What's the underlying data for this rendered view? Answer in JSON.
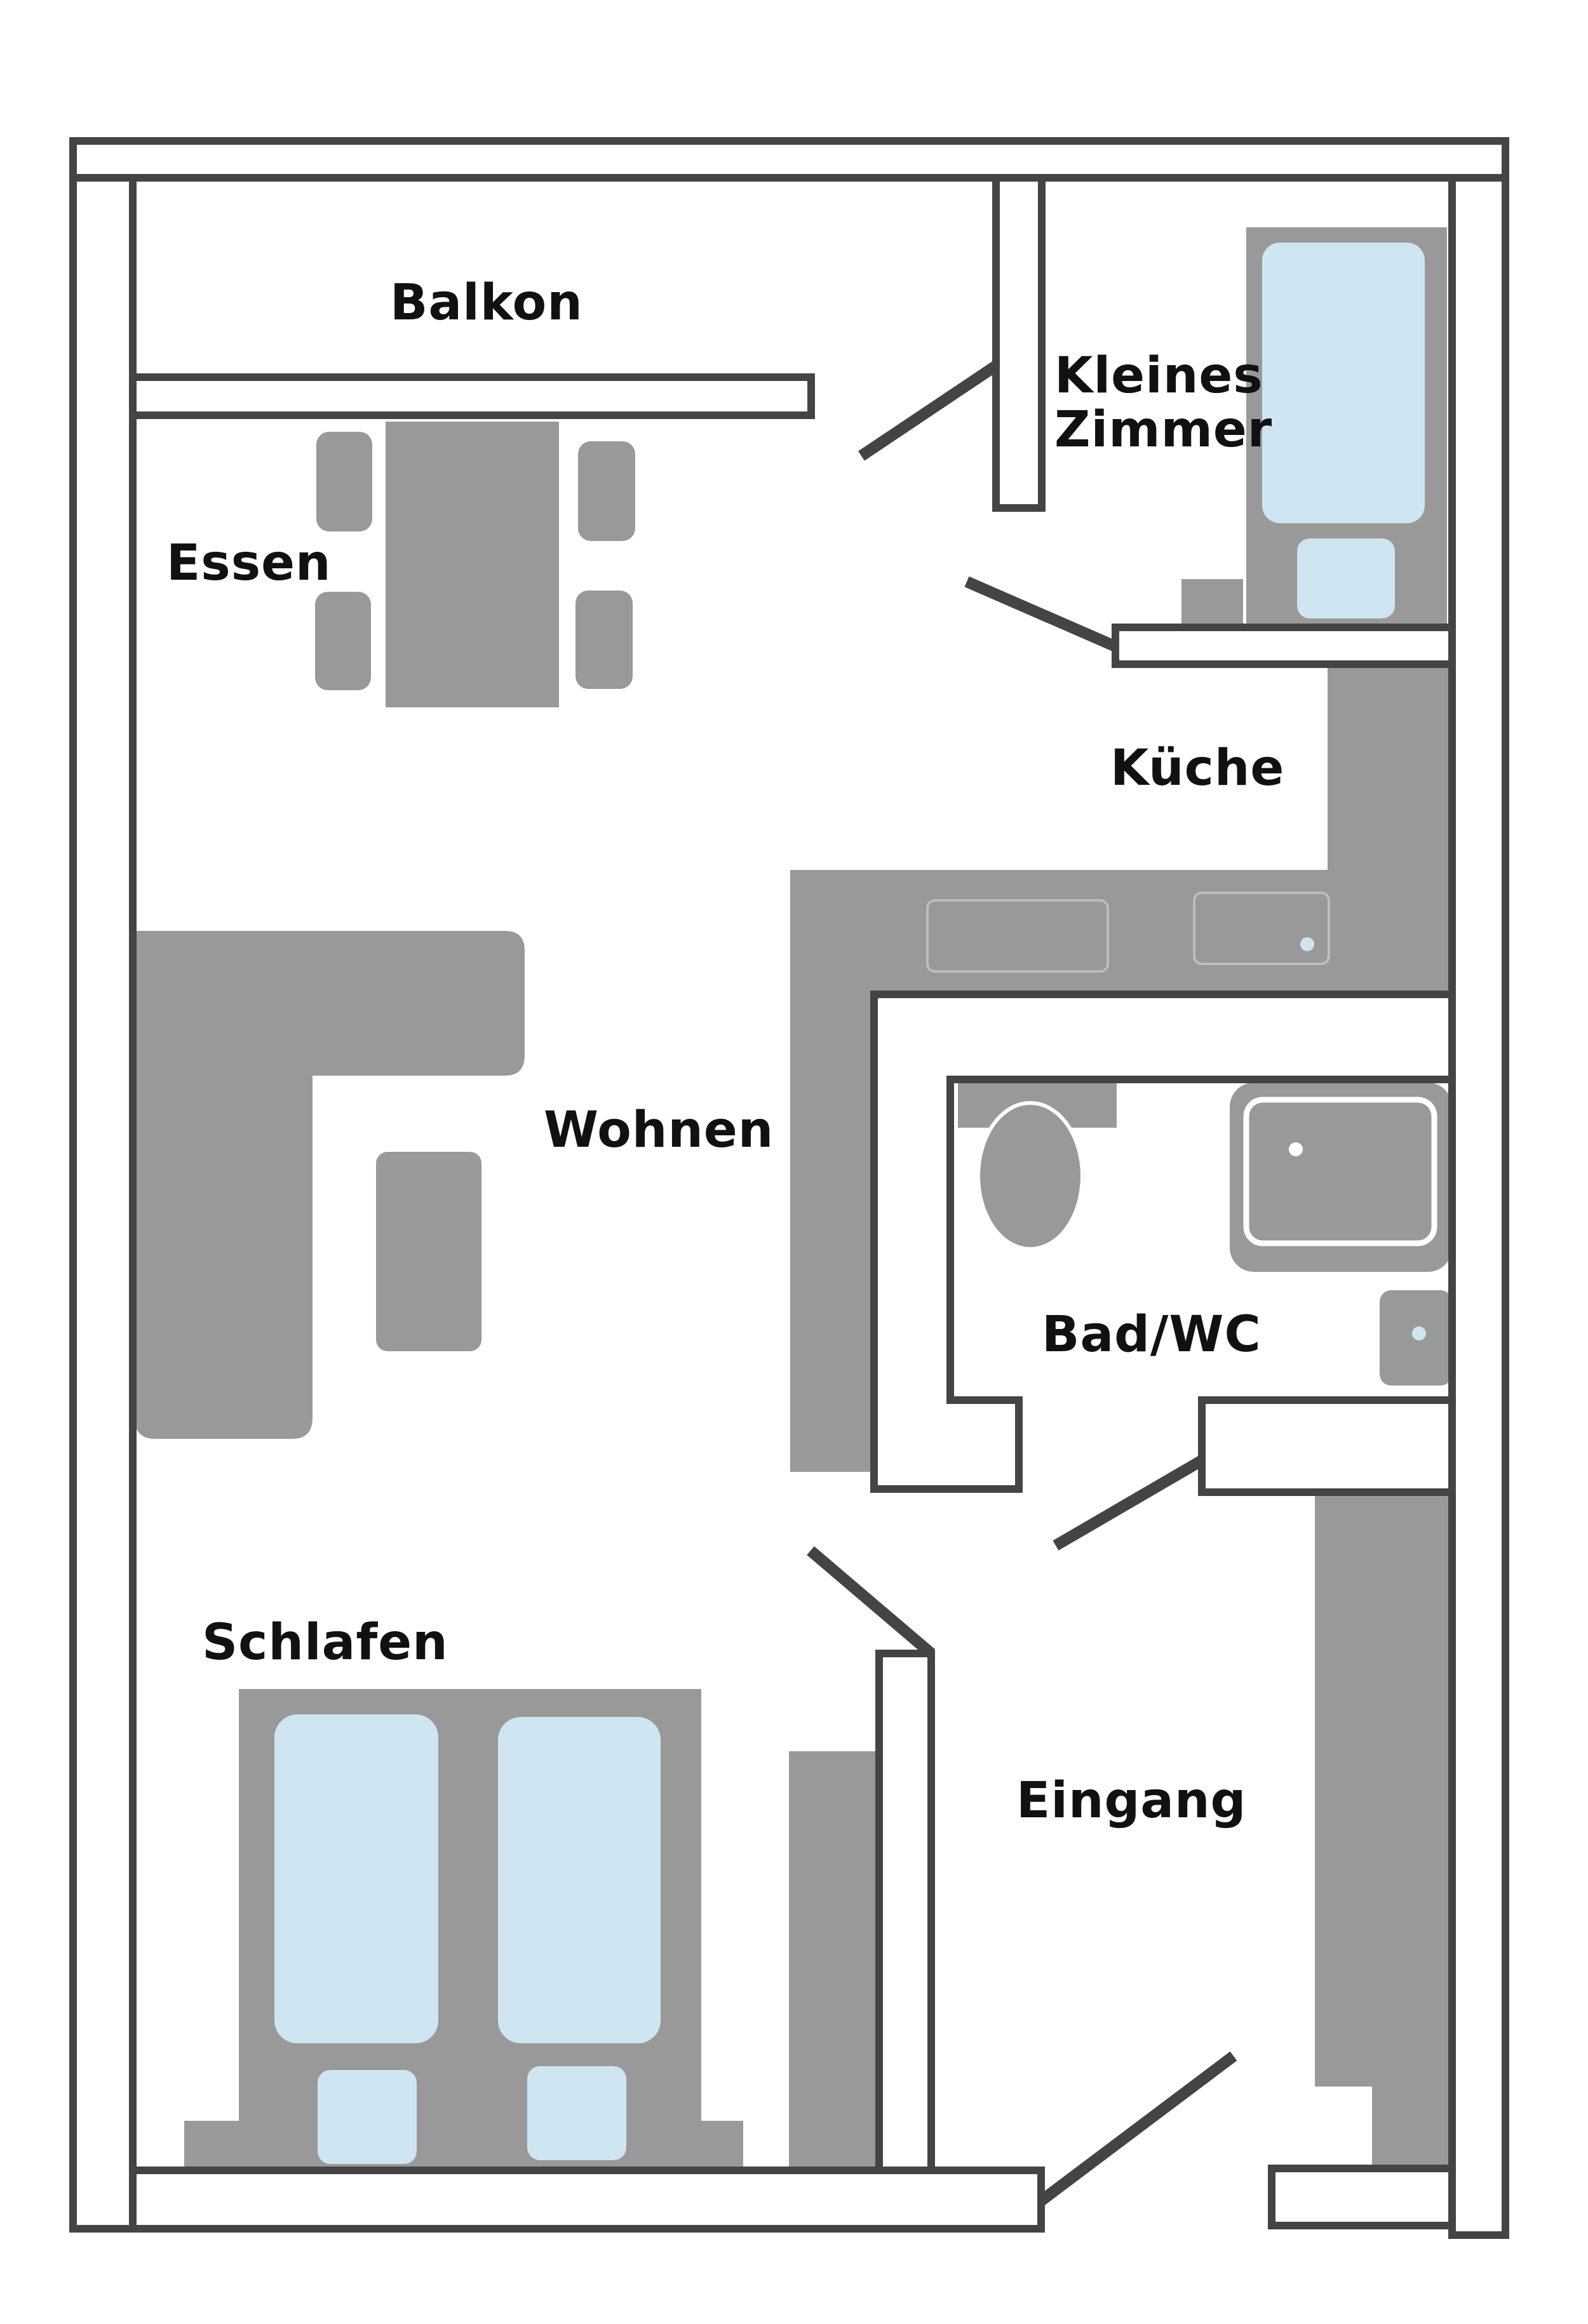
{
  "rooms": {
    "balkon": "Balkon",
    "kleines_zimmer_line1": "Kleines",
    "kleines_zimmer_line2": "Zimmer",
    "essen": "Essen",
    "kueche": "Küche",
    "wohnen": "Wohnen",
    "bad_wc": "Bad/WC",
    "schlafen": "Schlafen",
    "eingang": "Eingang"
  },
  "colors": {
    "wall_stroke": "#444444",
    "furniture": "#999999",
    "bedding": "#d0e5f2",
    "background": "#ffffff"
  }
}
